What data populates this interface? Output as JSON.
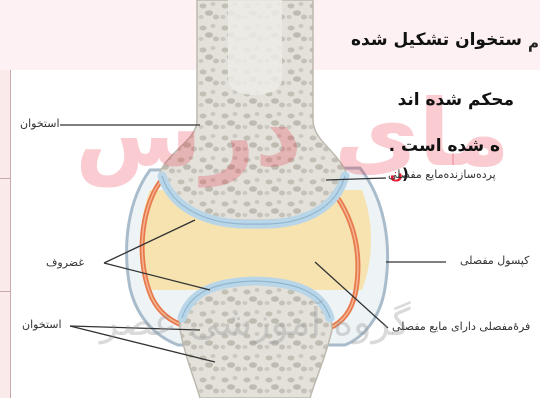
{
  "page_text": {
    "fragment_heading": "م",
    "line1": "ستخوان تشکیل شده",
    "line2": "محکم شده اند",
    "line3": "ه شده است .",
    "line4_red": "ن",
    "line4_paren": ")"
  },
  "diagram": {
    "labels": {
      "bone_top": "استخوان",
      "cartilage": "غضروف",
      "bone_bottom": "استخوان",
      "synovial_membrane": "پرده‌سازنده‌مایع مفصلی",
      "capsule": "کپسول مفصلی",
      "synovial_cavity": "فرهٔ‌مفصلی دارای مایع مفصلی"
    },
    "colors": {
      "bone": "#e3e1da",
      "spongy": "#c9c6bd",
      "cartilage": "#b9d6e8",
      "fluid": "#f6e3b0",
      "membrane": "#e8794b",
      "leader": "#333333"
    }
  },
  "watermark": {
    "big_text": "مای درس",
    "sub_text": "گروه آموزشی عصر",
    "color": "#e8192c"
  }
}
